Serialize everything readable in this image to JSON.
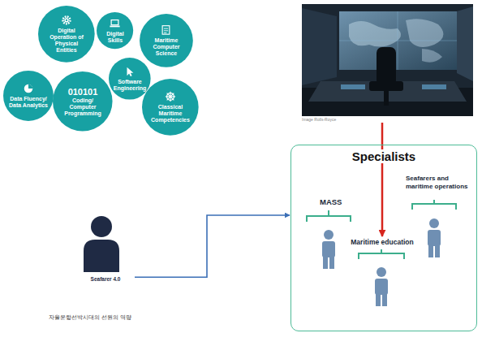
{
  "diagram": {
    "caption": "자율운항선박시대의 선원의 역량",
    "nodes": [
      {
        "text": [
          "Digital Operation of Physical Entities"
        ]
      },
      {
        "text": [
          "Digital Skills"
        ]
      },
      {
        "text": [
          "Maritime Computer Science"
        ]
      },
      {
        "text": [
          "Data Fluency/ Data Analytics"
        ]
      },
      {
        "text": [
          "010101",
          "Coding/ Computer Programming"
        ]
      },
      {
        "text": [
          "Software Engineering"
        ]
      },
      {
        "text": [
          "Classical Maritime Competencies"
        ]
      },
      {
        "text": [
          "Image Rolls-Royce"
        ]
      },
      {
        "text": [
          "Seafarer 4.0"
        ]
      },
      {
        "text": [
          "Specialists"
        ]
      },
      {
        "text": [
          "MASS"
        ],
        "in": 9
      },
      {
        "text": [
          "Maritime education"
        ],
        "in": 9
      },
      {
        "text": [
          "Seafarers and maritime operations"
        ],
        "in": 9
      }
    ],
    "edges": [
      {
        "from": 8,
        "to": 9,
        "arrow": "to"
      },
      {
        "from": 7,
        "to": 11,
        "arrow": "to"
      }
    ]
  }
}
